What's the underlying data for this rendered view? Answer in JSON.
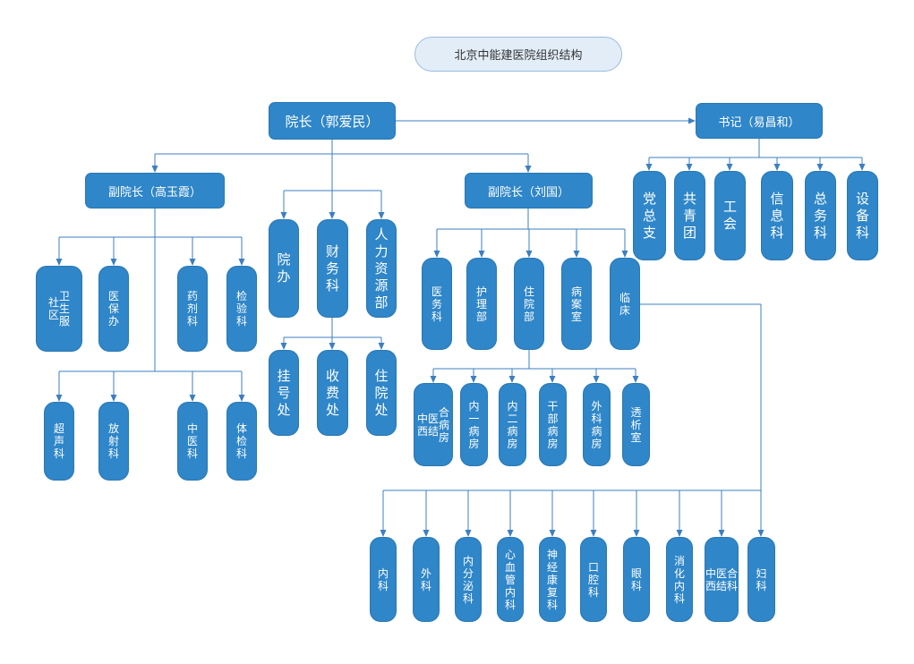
{
  "title": "北京中能建医院组织结构",
  "colors": {
    "node": "#2f86c8",
    "line": "#3d7fc0",
    "title_bg": "#e3edf8"
  },
  "nodes": {
    "president": "院长（郭爱民）",
    "secretary": "书记（易昌和）",
    "vp1": "副院长（高玉霞）",
    "vp2": "副院长（刘国）",
    "secretary_units": [
      "党总支",
      "共青团",
      "工会",
      "信息科",
      "总务科",
      "设备科"
    ],
    "vp1_units_top": [
      "社区卫生服务站",
      "医保办",
      "药剂科",
      "检验科"
    ],
    "vp1_units_bottom": [
      "超声科",
      "放射科",
      "中医科",
      "体检科"
    ],
    "admin_units": [
      "院办",
      "财务科",
      "人力资源部"
    ],
    "finance_units": [
      "挂号处",
      "收费处",
      "住院处"
    ],
    "vp2_units": [
      "医务科",
      "护理部",
      "住院部",
      "病案室",
      "临床"
    ],
    "inpatient_units": [
      "中西医结合病房",
      "内一病房",
      "内二病房",
      "干部病房",
      "外科病房",
      "透析室"
    ],
    "clinical_units": [
      "内科",
      "外科",
      "内分泌科",
      "心血管内科",
      "神经康复科",
      "口腔科",
      "眼科",
      "消化内科",
      "中西医结合科",
      "妇科"
    ]
  }
}
